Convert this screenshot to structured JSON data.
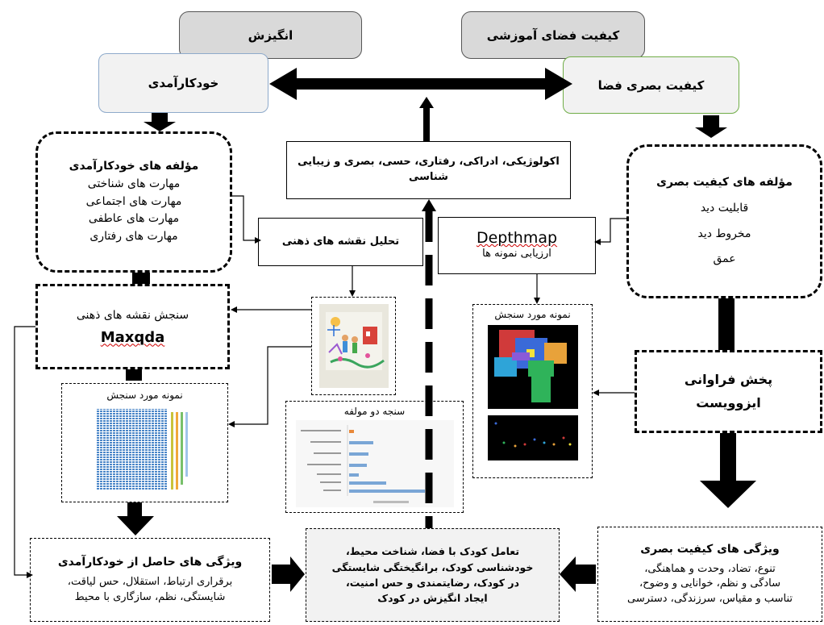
{
  "top": {
    "motivation": "انگیزش",
    "space_quality": "کیفیت فضای آموزشی",
    "self_efficacy": "خودکارآمدی",
    "visual_quality": "کیفیت بصری فضا"
  },
  "center_box": {
    "text": "اکولوژیکی، ادراکی، رفتاری، حسی، بصری و زیبایی شناسی"
  },
  "left_components": {
    "title": "مؤلفه های خودکارآمدی",
    "items": [
      "مهارت های شناختی",
      "مهارت های اجتماعی",
      "مهارت های عاطفی",
      "مهارت های رفتاری"
    ]
  },
  "mind_map_analysis": "تحلیل نقشه های ذهنی",
  "depthmap": {
    "title": "Depthmap",
    "subtitle": "ارزیابی نمونه ها"
  },
  "right_components": {
    "title": "مؤلفه های کیفیت بصری",
    "items": [
      "قابلیت دید",
      "مخروط دید",
      "عمق"
    ]
  },
  "mind_map_measure": {
    "line1": "سنجش نقشه های ذهنی",
    "line2": "Maxqda"
  },
  "sample_left": {
    "label": "نمونه مورد سنجش"
  },
  "sample_right": {
    "label": "نمونه مورد سنجش"
  },
  "two_component": {
    "label": "سنجه دو مولفه"
  },
  "isovist": {
    "line1": "پخش فراوانی",
    "line2": "ایزوویست"
  },
  "left_features": {
    "title": "ویژگی های حاصل از خودکارآمدی",
    "line1": "برقراری ارتباط، استقلال، حس لیاقت،",
    "line2": "شایستگی، نظم، سازگاری با محیط"
  },
  "center_result": {
    "line1": "تعامل کودک با فضا، شناخت محیط،",
    "line2": "خودشناسی کودک، برانگیختگی شایستگی",
    "line3": "در کودک، رضایتمندی و حس امنیت،",
    "line4": "ایجاد انگیزش در کودک"
  },
  "right_features": {
    "title": "ویژگی های کیفیت بصری",
    "line1": "تنوع، تضاد، وحدت و هماهنگی،",
    "line2": "سادگی و نظم، خوانایی و وضوح،",
    "line3": "تناسب و مقیاس، سرزندگی، دسترسی"
  },
  "colors": {
    "gray_box": "#d9d9d9",
    "blue_border": "#8eaacb",
    "green_border": "#70ad47",
    "spell_underline": "#d00000"
  }
}
